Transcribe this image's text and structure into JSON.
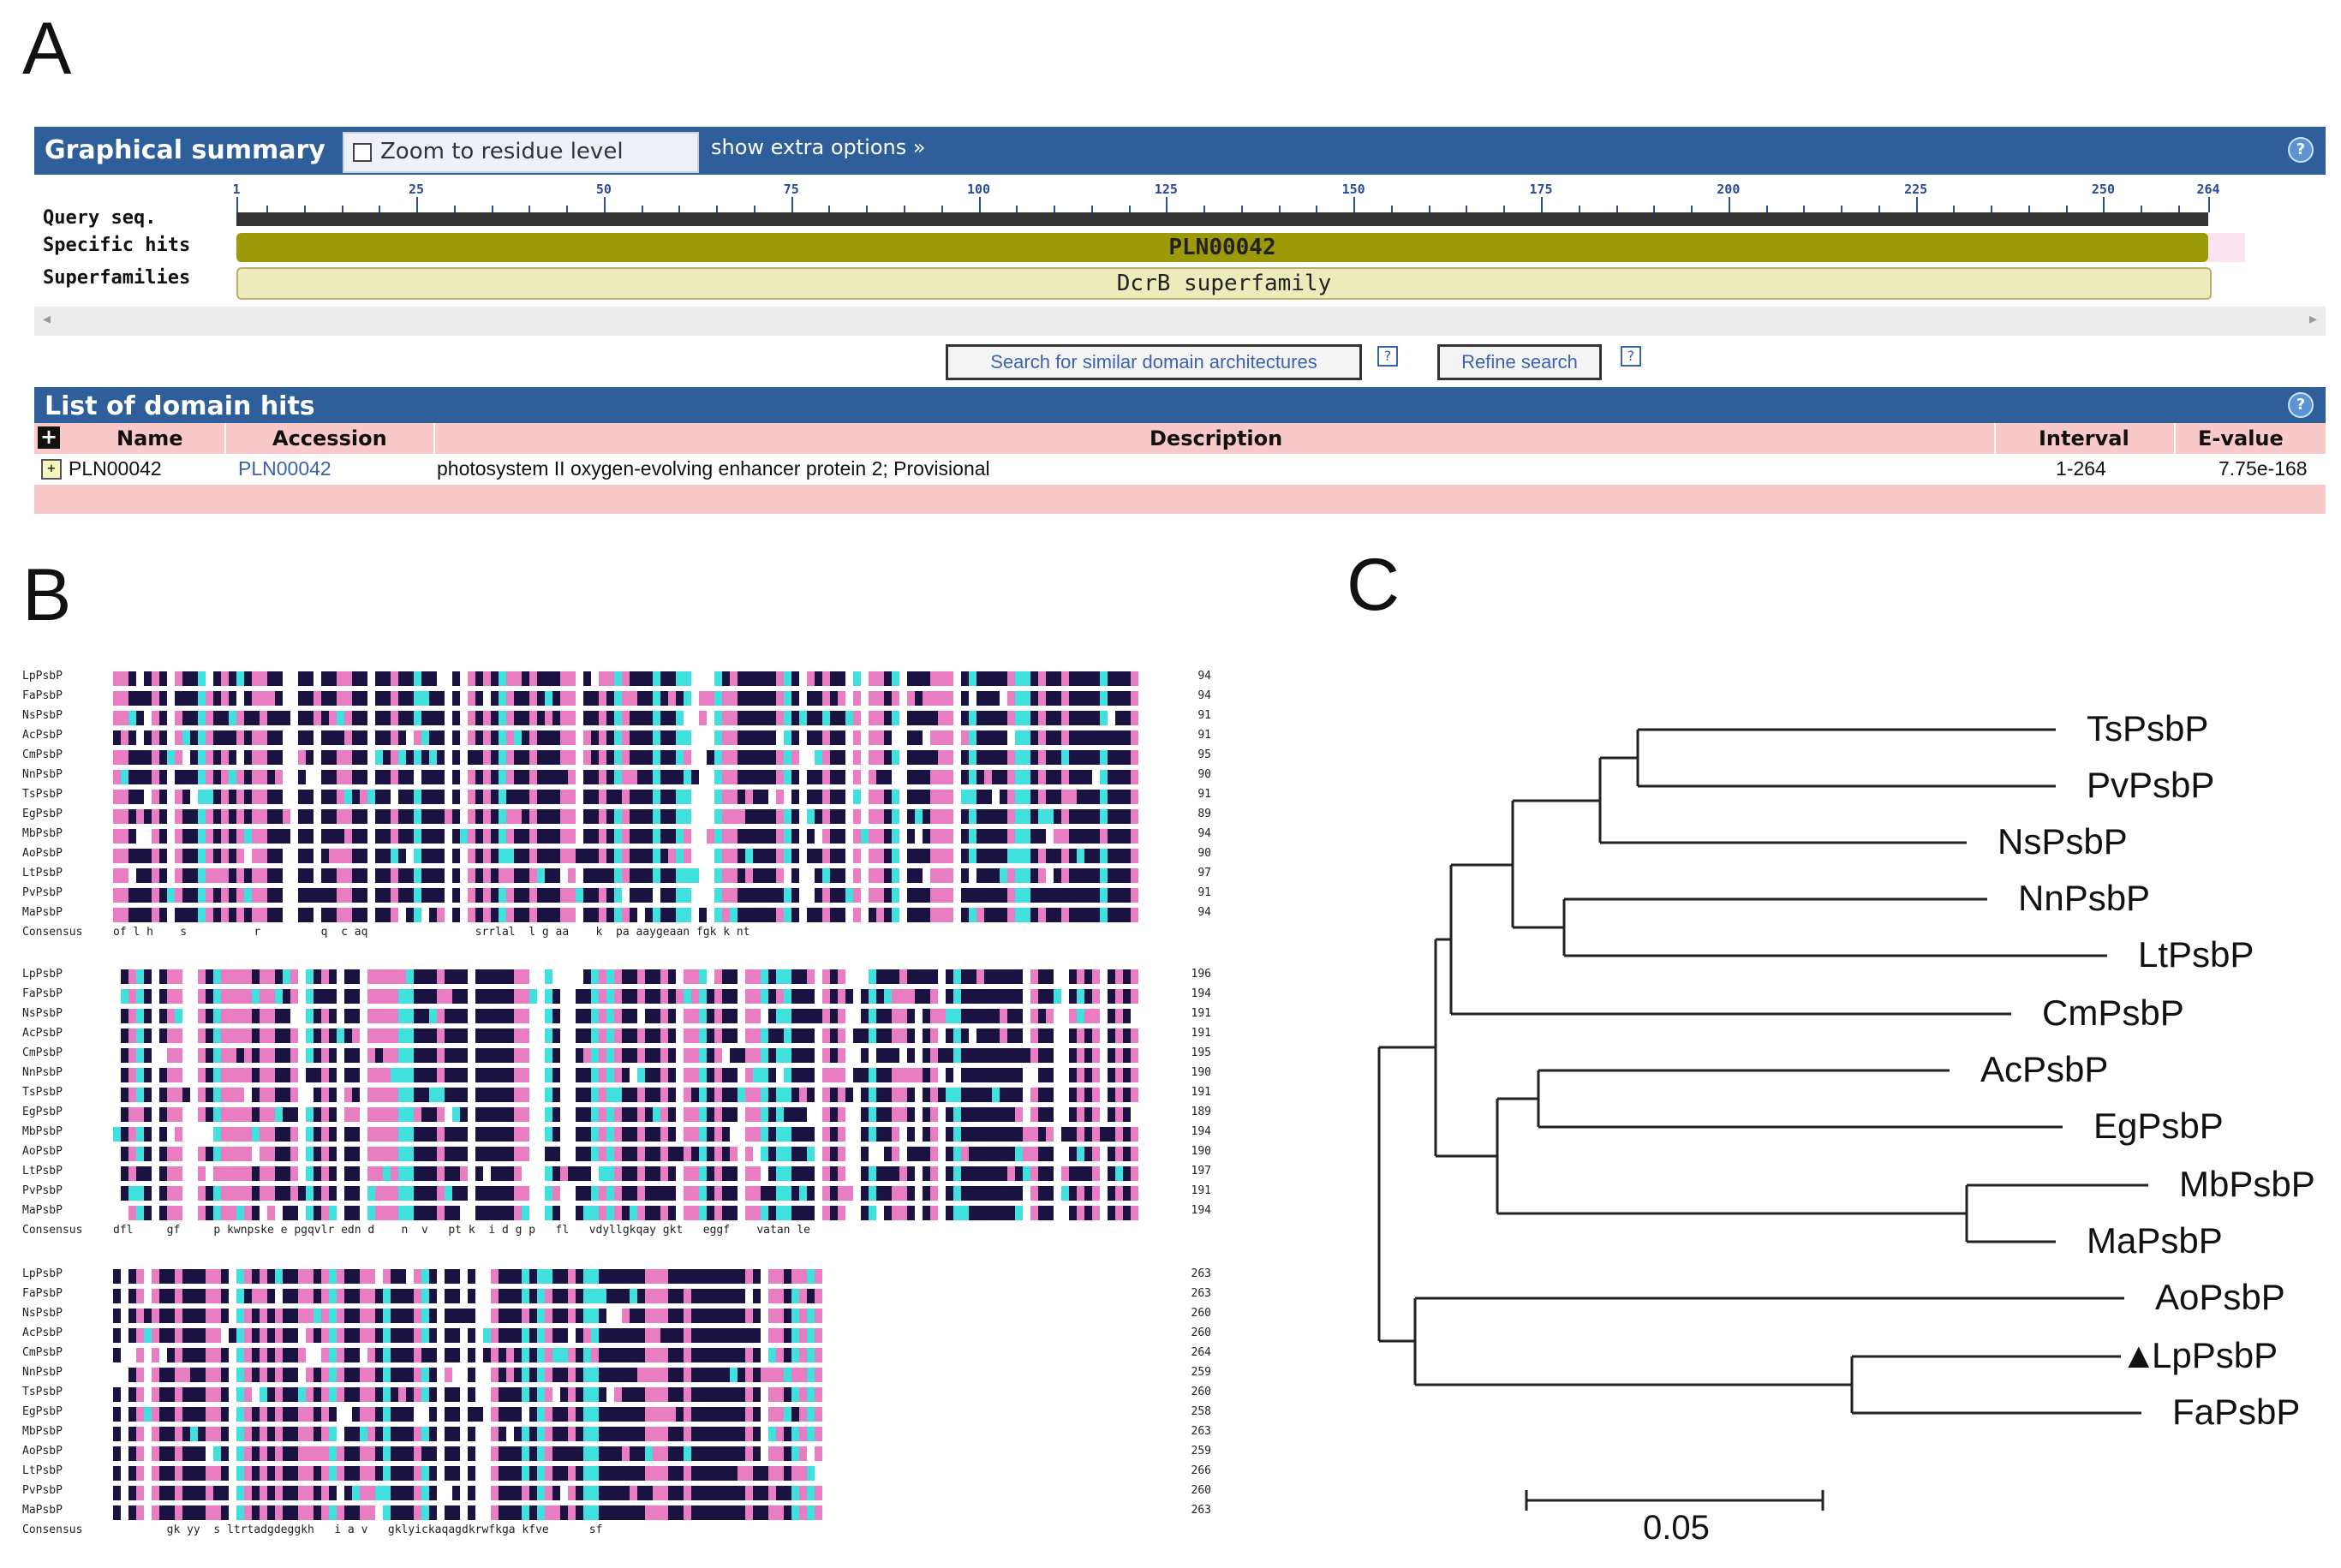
{
  "panels": {
    "a": "A",
    "b": "B",
    "c": "C"
  },
  "colors": {
    "bar": "#2e5f9b",
    "header_row": "#f9c8c8",
    "specific_hit": "#9c9a08",
    "superfamily": "#ecebbb",
    "aln_dark": "#1a1240",
    "aln_pink": "#e87ec1",
    "aln_cyan": "#3fe0de"
  },
  "graphical_summary": {
    "title": "Graphical summary",
    "zoom_label": "Zoom to residue level",
    "extra_options": "show extra options »",
    "help_icon": "help-icon",
    "row_labels": {
      "query": "Query seq.",
      "specific": "Specific hits",
      "superfamilies": "Superfamilies"
    },
    "ruler_ticks": [
      "1",
      "25",
      "50",
      "75",
      "100",
      "125",
      "150",
      "175",
      "200",
      "225",
      "250",
      "264"
    ],
    "specific_hit": "PLN00042",
    "superfamily": "DcrB superfamily"
  },
  "buttons": {
    "similar": "Search for similar domain architectures",
    "refine": "Refine search",
    "q_mark": "?"
  },
  "domain_hits": {
    "title": "List of domain hits",
    "columns": {
      "name": "Name",
      "accession": "Accession",
      "description": "Description",
      "interval": "Interval",
      "evalue": "E-value"
    },
    "row": {
      "name": "PLN00042",
      "accession": "PLN00042",
      "description": "photosystem II oxygen-evolving enhancer protein 2; Provisional",
      "interval": "1-264",
      "evalue": "7.75e-168"
    }
  },
  "alignment": {
    "sequences": [
      "LpPsbP",
      "FaPsbP",
      "NsPsbP",
      "AcPsbP",
      "CmPsbP",
      "NnPsbP",
      "TsPsbP",
      "EgPsbP",
      "MbPsbP",
      "AoPsbP",
      "LtPsbP",
      "PvPsbP",
      "MaPsbP"
    ],
    "blocks": [
      {
        "ends": [
          "94",
          "94",
          "91",
          "91",
          "95",
          "90",
          "91",
          "89",
          "94",
          "90",
          "97",
          "91",
          "94"
        ],
        "consensus_label": "Consensus",
        "consensus": "of l h    s          r         q  c aq                srrlal  l g aa    k  pa aaygeaan fgk k nt"
      },
      {
        "ends": [
          "196",
          "194",
          "191",
          "191",
          "195",
          "190",
          "191",
          "189",
          "194",
          "190",
          "197",
          "191",
          "194"
        ],
        "consensus_label": "Consensus",
        "consensus": "dfl     gf     p kwnpske e pgqvlr edn d    n  v   pt k  i d g p   fl   vdyllgkqay gkt   eggf    vatan le"
      },
      {
        "ends": [
          "263",
          "263",
          "260",
          "260",
          "264",
          "259",
          "260",
          "258",
          "263",
          "259",
          "266",
          "260",
          "263"
        ],
        "consensus_label": "Consensus",
        "consensus": "        gk yy  s ltrtadgdeggkh   i a v   gklyickaqagdkrwfkga kfve      sf"
      }
    ]
  },
  "tree": {
    "taxa": [
      "TsPsbP",
      "PvPsbP",
      "NsPsbP",
      "NnPsbP",
      "LtPsbP",
      "CmPsbP",
      "AcPsbP",
      "EgPsbP",
      "MbPsbP",
      "MaPsbP",
      "AoPsbP",
      "LpPsbP",
      "FaPsbP"
    ],
    "highlight_marker": "▲",
    "scale_label": "0.05"
  }
}
